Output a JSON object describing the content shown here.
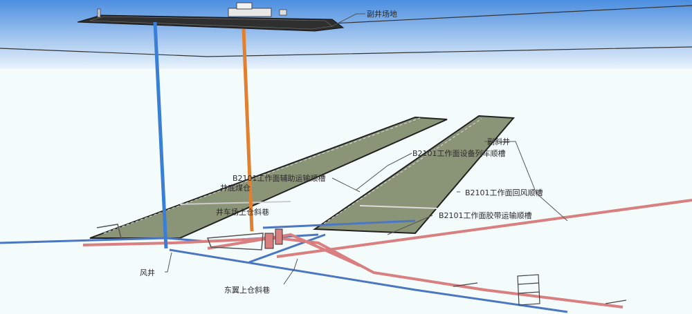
{
  "colors": {
    "sky_top": "#4c8ee0",
    "sky_bottom": "#e9f3fb",
    "ground": "#f3fbfb",
    "panel_fill": "#8a9477",
    "panel_edge": "#2a2f2a",
    "return_air_shaft": "#3a7fd6",
    "intake_shaft": "#e08030",
    "belt_roadway": "#d97f7f",
    "air_roadway": "#4a76c2",
    "leader": "#555555"
  },
  "labels": {
    "surface_site": "副井场地",
    "aux_incline": "副斜井",
    "equipment_trough": "B2101工作面设备列车顺槽",
    "aux_transport_trough": "B2101工作面辅助运输顺槽",
    "coal_bunker": "井底煤仓",
    "wing_bunker_incline": "井车场上仓斜巷",
    "return_air_trough": "B2101工作面回风顺槽",
    "belt_trough": "B2101工作面胶带运输顺槽",
    "vent_shaft": "风井",
    "east_wing_incline": "东翼上仓斜巷"
  }
}
